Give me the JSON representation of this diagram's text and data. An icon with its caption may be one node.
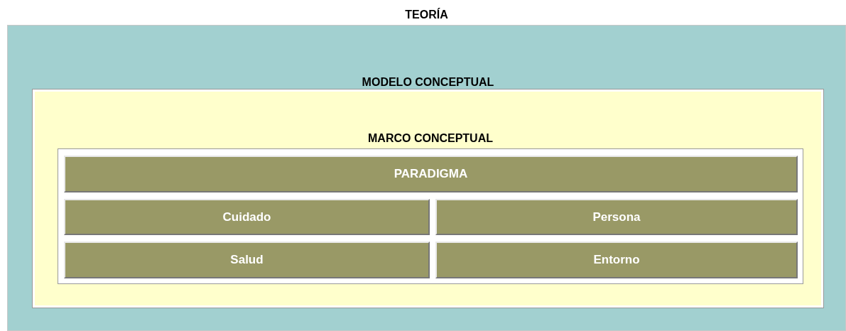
{
  "diagram": {
    "nodes": [
      {
        "text": [
          "TEORÍA"
        ]
      },
      {
        "text": [
          "MODELO CONCEPTUAL"
        ],
        "in": 0
      },
      {
        "text": [
          "MARCO CONCEPTUAL"
        ],
        "in": 1
      },
      {
        "text": [
          "PARADIGMA"
        ],
        "in": 2
      },
      {
        "text": [
          "Cuidado"
        ],
        "in": 2
      },
      {
        "text": [
          "Persona"
        ],
        "in": 2
      },
      {
        "text": [
          "Salud"
        ],
        "in": 2
      },
      {
        "text": [
          "Entorno"
        ],
        "in": 2
      }
    ],
    "edges": []
  }
}
